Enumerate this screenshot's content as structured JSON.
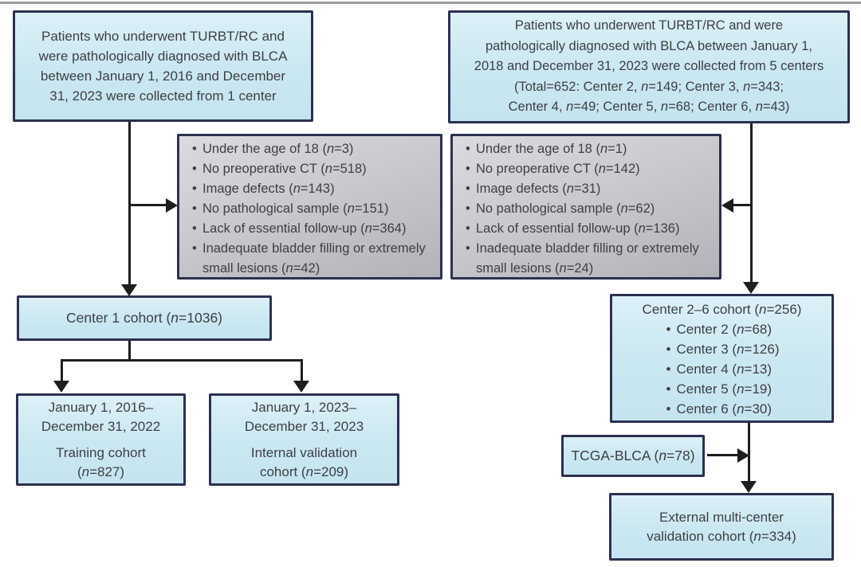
{
  "figure": {
    "type": "patient-flow-diagram"
  },
  "colors": {
    "box_fill": "#cbe8f2",
    "box_border": "#2d3050",
    "gray_fill": "#c6c6cb",
    "arrow": "#1e1e1e",
    "text": "#3e3f43",
    "rule": "#9d9d9d"
  },
  "boxes": {
    "source_center1": {
      "lines": [
        "Patients who underwent TURBT/RC and",
        "were pathologically diagnosed with BLCA",
        "between January 1, 2016 and December",
        "31, 2023 were collected from 1 center"
      ]
    },
    "source_centers2_6": {
      "lines": [
        "Patients who underwent TURBT/RC and were",
        "pathologically diagnosed with BLCA between January 1,",
        "2018 and December 31, 2023 were collected from 5 centers",
        "(Total=652: Center 2, n=149; Center 3, n=343;",
        "Center 4, n=49; Center 5, n=68; Center 6, n=43)"
      ]
    },
    "exclusions_center1": {
      "items": [
        "Under the age of 18 (n=3)",
        "No preoperative CT (n=518)",
        "Image defects (n=143)",
        "No pathological sample (n=151)",
        "Lack of essential follow-up (n=364)",
        "Inadequate bladder filling or extremely small lesions (n=42)"
      ]
    },
    "exclusions_centers2_6": {
      "items": [
        "Under the age of 18 (n=1)",
        "No preoperative CT (n=142)",
        "Image defects (n=31)",
        "No pathological sample (n=62)",
        "Lack of essential follow-up (n=136)",
        "Inadequate bladder filling or extremely small lesions (n=24)"
      ]
    },
    "center1_cohort": {
      "text": "Center 1 cohort (n=1036)"
    },
    "centers2_6_cohort": {
      "title": "Center 2–6 cohort (n=256)",
      "items": [
        "Center 2 (n=68)",
        "Center 3 (n=126)",
        "Center 4 (n=13)",
        "Center 5 (n=19)",
        "Center 6 (n=30)"
      ]
    },
    "training": {
      "dates": [
        "January 1, 2016–",
        "December 31, 2022"
      ],
      "label": [
        "Training cohort",
        "(n=827)"
      ]
    },
    "internal_validation": {
      "dates": [
        "January 1, 2023–",
        "December 31, 2023"
      ],
      "label": [
        "Internal validation",
        "cohort (n=209)"
      ]
    },
    "tcga": {
      "text": "TCGA-BLCA (n=78)"
    },
    "external_validation": {
      "lines": [
        "External multi-center",
        "validation cohort (n=334)"
      ]
    }
  }
}
